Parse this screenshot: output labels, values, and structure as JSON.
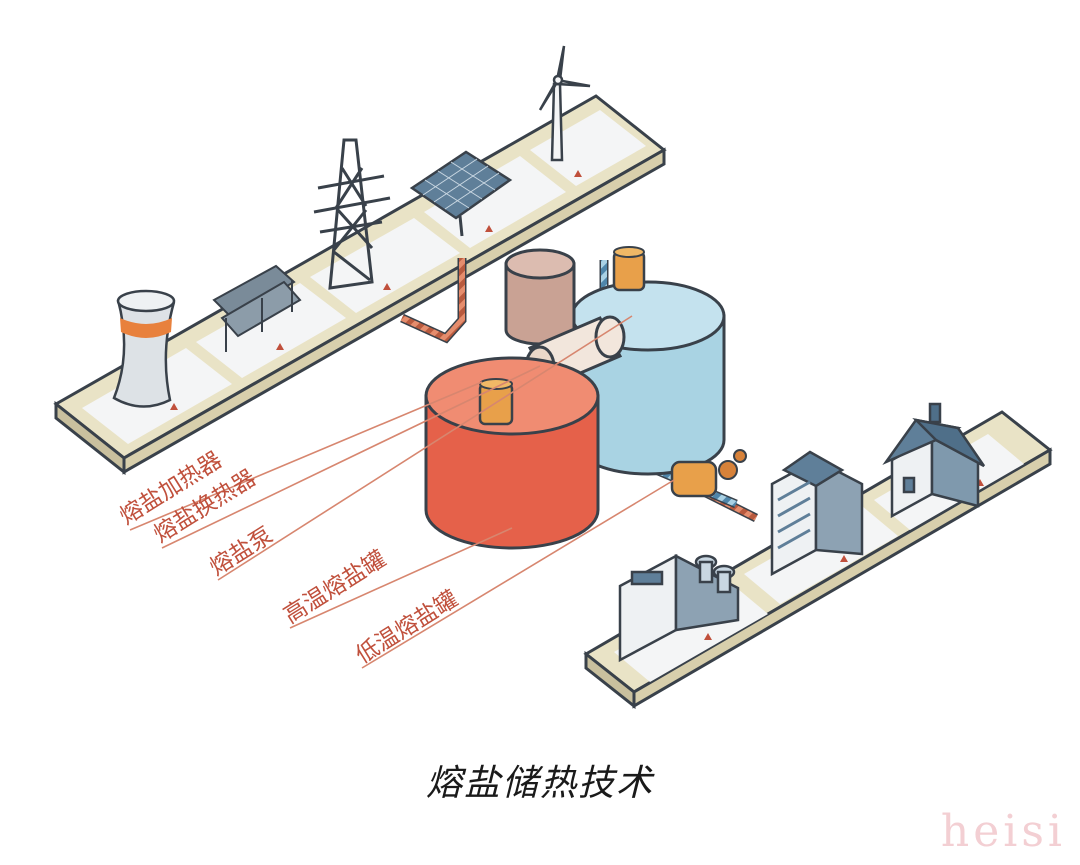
{
  "labels": {
    "heater": "熔盐加热器",
    "exchanger": "熔盐换热器",
    "pump": "熔盐泵",
    "hot_tank": "高温熔盐罐",
    "cold_tank": "低温熔盐罐"
  },
  "caption": "熔盐储热技术",
  "watermark": "heisi",
  "colors": {
    "hot_tank": "#e5614a",
    "cold_tank": "#a9d3e3",
    "pipe_hot": "#c45a3c",
    "pipe_cold": "#5d8fb0",
    "platform": "#e9e3c6",
    "label": "#c0503c"
  },
  "icons": [
    "cooling-tower-icon",
    "solar-trough-icon",
    "power-pylon-icon",
    "solar-panel-icon",
    "wind-turbine-icon",
    "factory-icon",
    "office-building-icon",
    "house-icon"
  ]
}
